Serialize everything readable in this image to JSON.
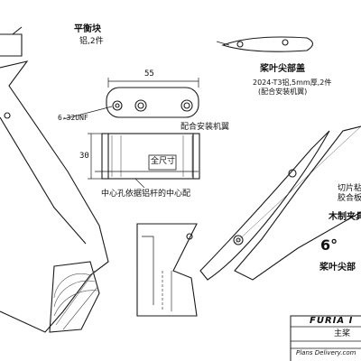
{
  "labels": {
    "balance_block_title": "平衡块",
    "balance_block_spec": "铝,2件",
    "dim_55": "55",
    "dim_30": "30",
    "thread_spec": "6-32UNF",
    "fit_note_top": "配合安装机翼",
    "center_hole_note": "中心孔依据铝杆的中心配",
    "full_size": "全尺寸",
    "tip_cover_title": "桨叶尖部盖",
    "tip_cover_spec_1": "2024-T3铝,5mm厚,2件",
    "tip_cover_spec_2": "(配合安装机翼)",
    "right_note_1": "切片粘",
    "right_note_2": "胶合板",
    "wood_clamp": "木制夹具",
    "angle": "6°",
    "tip_label": "桨叶尖部",
    "brand": "FURIA I",
    "title_sub": "主桨",
    "site": "Plans Delivery.com"
  },
  "colors": {
    "line": "#1a1a1a",
    "light_line": "#555555",
    "background": "#ffffff"
  }
}
